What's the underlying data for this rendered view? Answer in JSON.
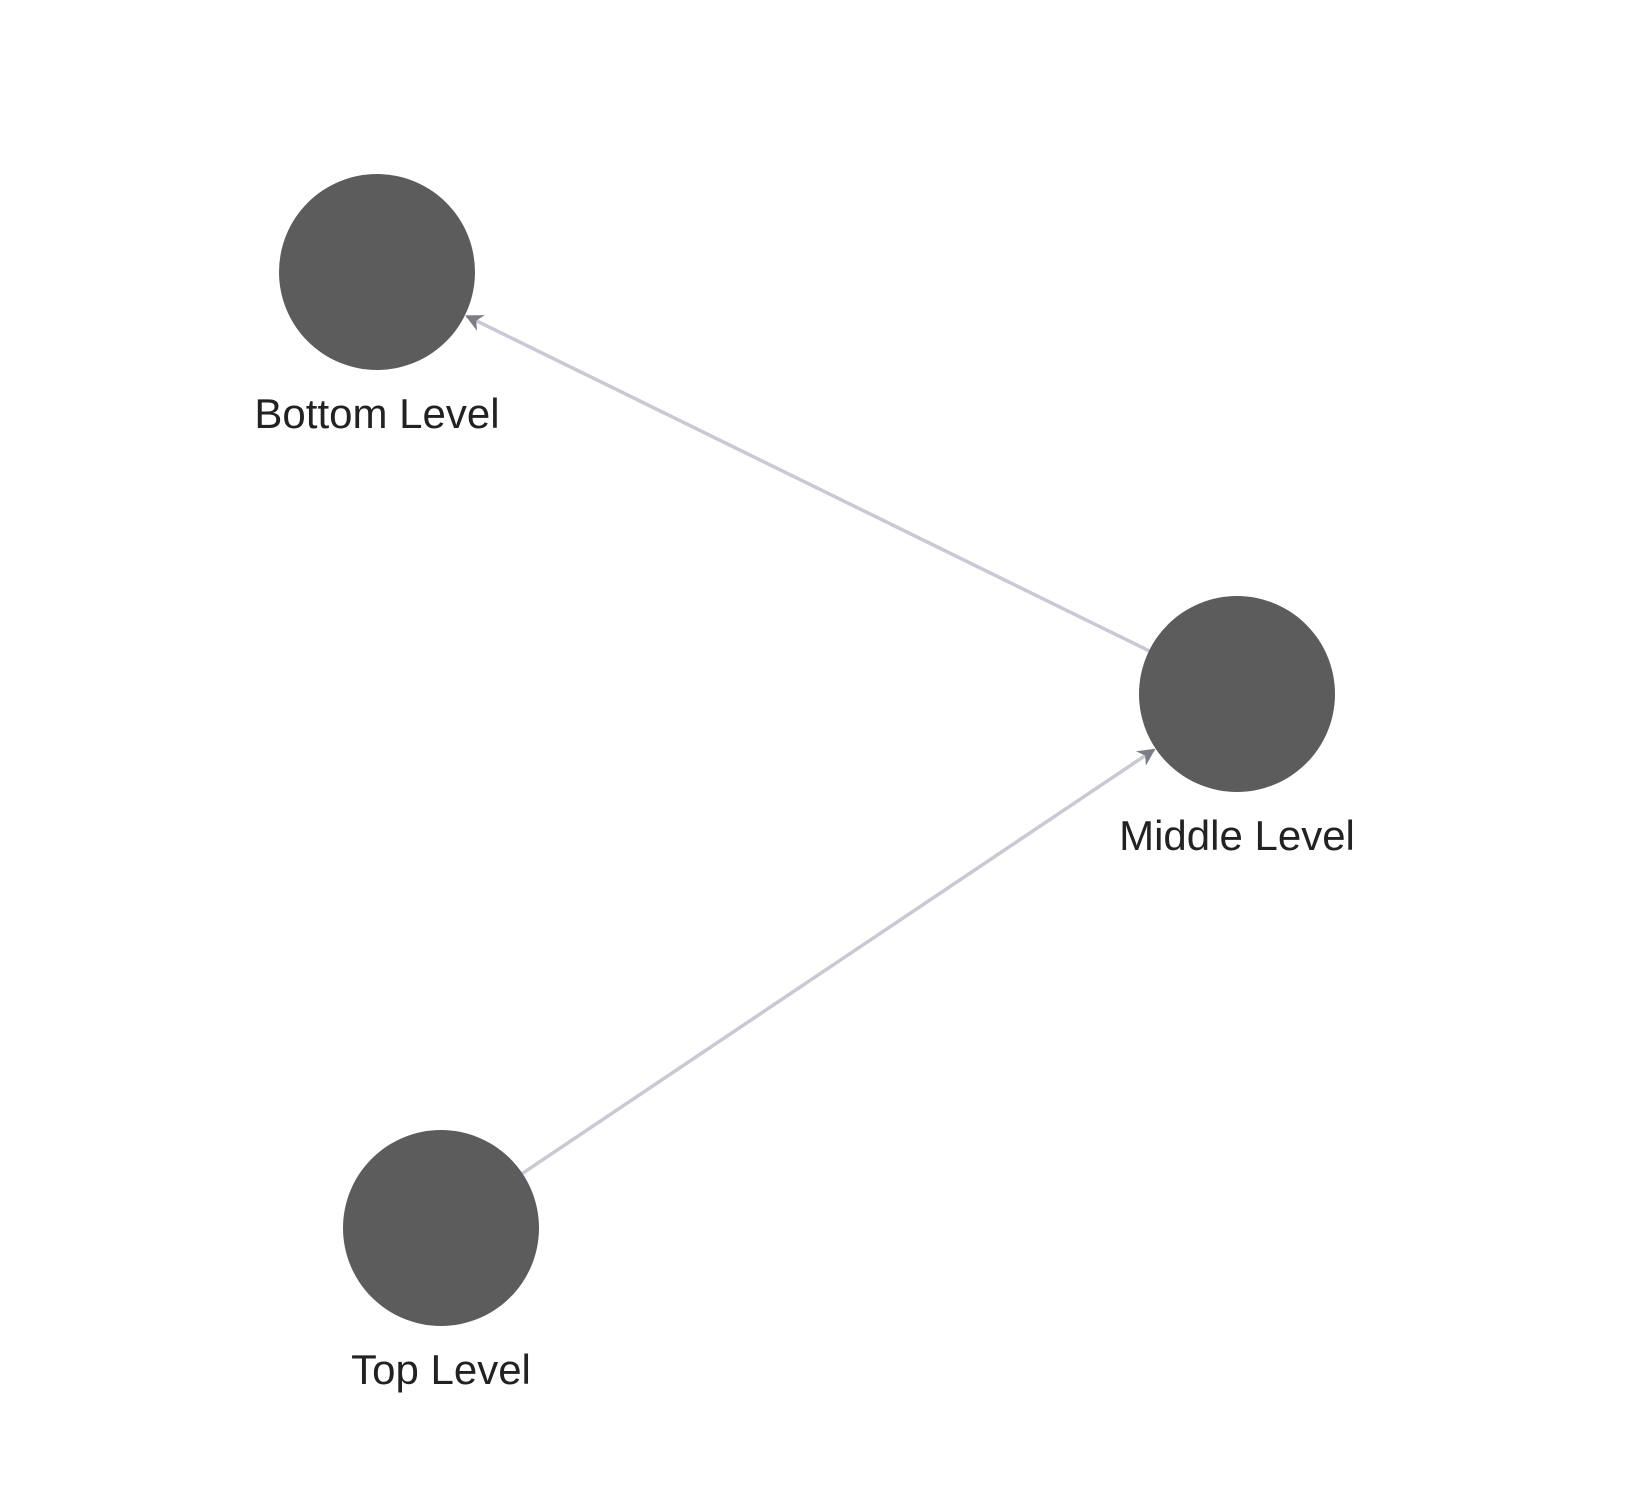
{
  "graph": {
    "colors": {
      "background": "#ffffff",
      "node_fill": "#5c5c5c",
      "edge_stroke": "#c9c9d3",
      "arrow_fill": "#7d7d86",
      "label_color": "#222222"
    },
    "nodes": [
      {
        "id": "bottom",
        "label": "Bottom Level"
      },
      {
        "id": "middle",
        "label": "Middle Level"
      },
      {
        "id": "top",
        "label": "Top Level"
      }
    ],
    "edges": [
      {
        "from": "middle",
        "to": "bottom"
      },
      {
        "from": "top",
        "to": "middle"
      }
    ]
  }
}
